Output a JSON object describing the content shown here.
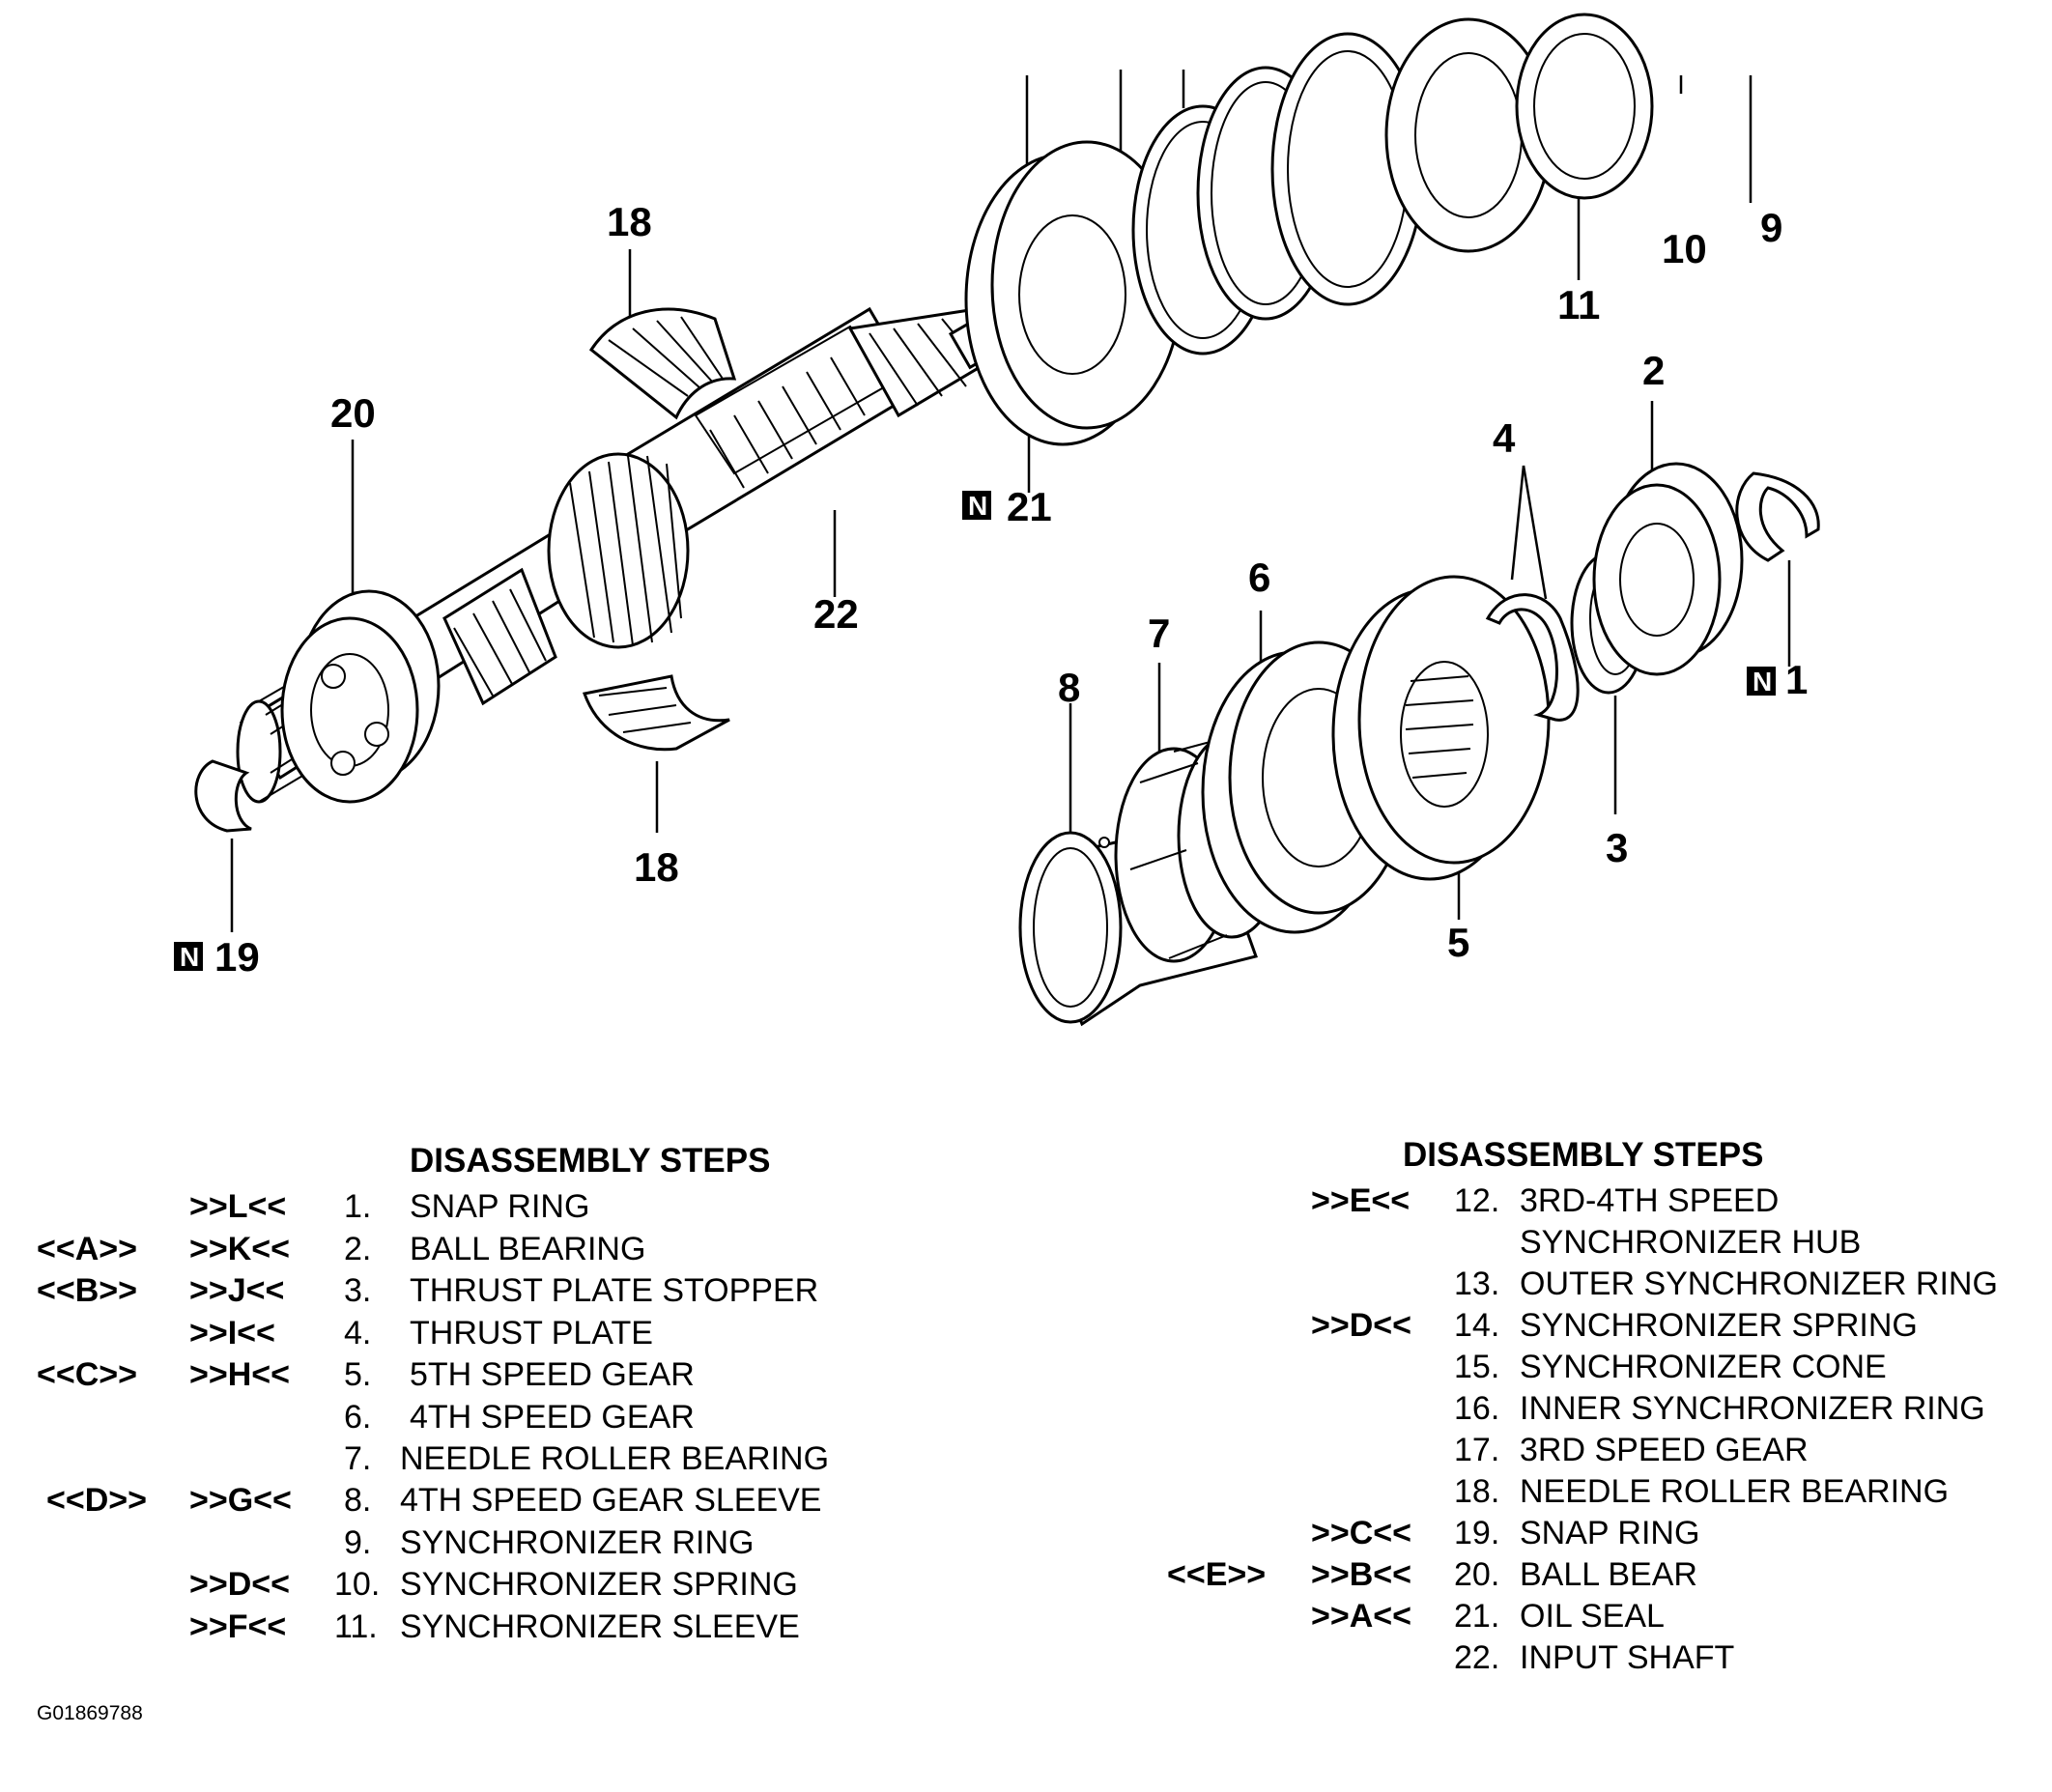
{
  "callouts": [
    {
      "text": "18"
    },
    {
      "text": "20"
    },
    {
      "text": "22"
    },
    {
      "text": "21",
      "new_part": "N"
    },
    {
      "text": "19",
      "new_part": "N"
    },
    {
      "text": "18"
    },
    {
      "text": "10"
    },
    {
      "text": "9"
    },
    {
      "text": "11"
    },
    {
      "text": "2"
    },
    {
      "text": "4"
    },
    {
      "text": "1",
      "new_part": "N"
    },
    {
      "text": "6"
    },
    {
      "text": "7"
    },
    {
      "text": "8"
    },
    {
      "text": "3"
    },
    {
      "text": "5"
    }
  ],
  "left_table": {
    "heading": "DISASSEMBLY STEPS",
    "rows": [
      {
        "a": "",
        "b": ">>L<<",
        "num": "1.",
        "name": "SNAP RING"
      },
      {
        "a": "<<A>>",
        "b": ">>K<<",
        "num": "2.",
        "name": "BALL BEARING"
      },
      {
        "a": "<<B>>",
        "b": ">>J<<",
        "num": "3.",
        "name": "THRUST PLATE STOPPER"
      },
      {
        "a": "",
        "b": ">>I<<",
        "num": "4.",
        "name": "THRUST PLATE"
      },
      {
        "a": "<<C>>",
        "b": ">>H<<",
        "num": "5.",
        "name": "5TH SPEED GEAR"
      },
      {
        "a": "",
        "b": "",
        "num": "6.",
        "name": "4TH SPEED GEAR"
      },
      {
        "a": "",
        "b": "",
        "num": "7.",
        "name": "NEEDLE ROLLER BEARING"
      },
      {
        "a": "<<D>>",
        "b": ">>G<<",
        "num": "8.",
        "name": "4TH SPEED GEAR SLEEVE"
      },
      {
        "a": "",
        "b": "",
        "num": "9.",
        "name": "SYNCHRONIZER RING"
      },
      {
        "a": "",
        "b": ">>D<<",
        "num": "10.",
        "name": "SYNCHRONIZER SPRING"
      },
      {
        "a": "",
        "b": ">>F<<",
        "num": "11.",
        "name": "SYNCHRONIZER SLEEVE"
      }
    ]
  },
  "right_table": {
    "heading": "DISASSEMBLY STEPS",
    "rows": [
      {
        "a": "",
        "b": ">>E<<",
        "num": "12.",
        "name": "3RD-4TH SPEED"
      },
      {
        "a": "",
        "b": "",
        "num": "",
        "name": "SYNCHRONIZER HUB"
      },
      {
        "a": "",
        "b": "",
        "num": "13.",
        "name": "OUTER SYNCHRONIZER RING"
      },
      {
        "a": "",
        "b": ">>D<<",
        "num": "14.",
        "name": "SYNCHRONIZER SPRING"
      },
      {
        "a": "",
        "b": "",
        "num": "15.",
        "name": "SYNCHRONIZER CONE"
      },
      {
        "a": "",
        "b": "",
        "num": "16.",
        "name": "INNER SYNCHRONIZER RING"
      },
      {
        "a": "",
        "b": "",
        "num": "17.",
        "name": "3RD SPEED GEAR"
      },
      {
        "a": "",
        "b": "",
        "num": "18.",
        "name": "NEEDLE ROLLER BEARING"
      },
      {
        "a": "",
        "b": ">>C<<",
        "num": "19.",
        "name": "SNAP RING"
      },
      {
        "a": "<<E>>",
        "b": ">>B<<",
        "num": "20.",
        "name": "BALL BEAR"
      },
      {
        "a": "",
        "b": ">>A<<",
        "num": "21.",
        "name": "OIL SEAL"
      },
      {
        "a": "",
        "b": "",
        "num": "22.",
        "name": "INPUT SHAFT"
      }
    ]
  },
  "figure_id": "G01869788"
}
